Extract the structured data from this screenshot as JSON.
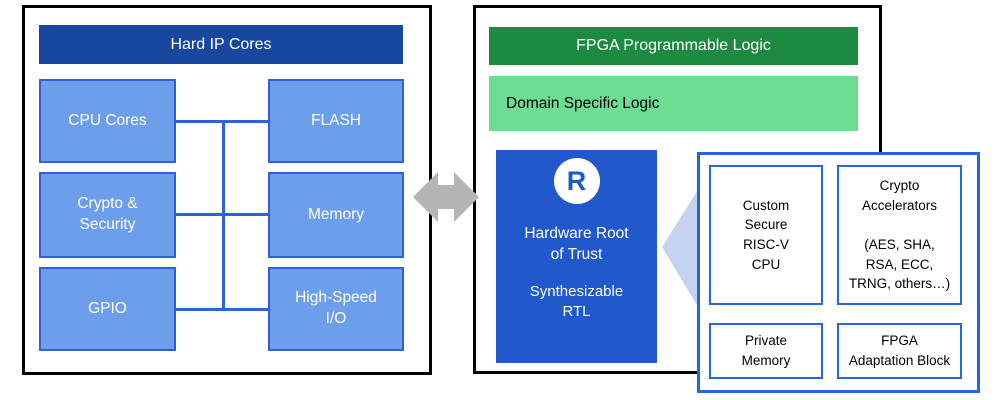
{
  "left_panel": {
    "title": "Hard IP Cores",
    "boxes": [
      {
        "label": "CPU Cores"
      },
      {
        "label": "FLASH"
      },
      {
        "label": "Crypto &\nSecurity"
      },
      {
        "label": "Memory"
      },
      {
        "label": "GPIO"
      },
      {
        "label": "High-Speed\nI/O"
      }
    ]
  },
  "arrow": {
    "type": "bidirectional-horizontal",
    "color": "#B5B5B5"
  },
  "right_panel": {
    "title": "FPGA Programmable Logic",
    "subtitle": "Domain Specific Logic",
    "root_of_trust": {
      "logo_glyph": "R",
      "logo_icon": "r-logo-icon",
      "title": "Hardware Root\nof Trust",
      "subtitle": "Synthesizable\nRTL"
    },
    "callout": {
      "boxes": [
        {
          "label": "Custom\nSecure\nRISC-V\nCPU"
        },
        {
          "label": "Crypto\nAccelerators\n\n(AES, SHA,\nRSA, ECC,\nTRNG, others…)"
        },
        {
          "label": "Private\nMemory"
        },
        {
          "label": "FPGA\nAdaptation Block"
        }
      ]
    }
  },
  "colors": {
    "hard_ip_header": "#17479E",
    "ip_box_fill": "#6D9EEB",
    "ip_box_border": "#3060D2",
    "connector_line": "#2F62D4",
    "fpga_header": "#1D8A42",
    "domain_logic_bar": "#6EDD94",
    "root_of_trust_fill": "#2158CC",
    "callout_border": "#2664E0",
    "callout_pointer": "#C3D3F0",
    "arrow_gray": "#B5B5B5",
    "panel_border": "#000000"
  }
}
